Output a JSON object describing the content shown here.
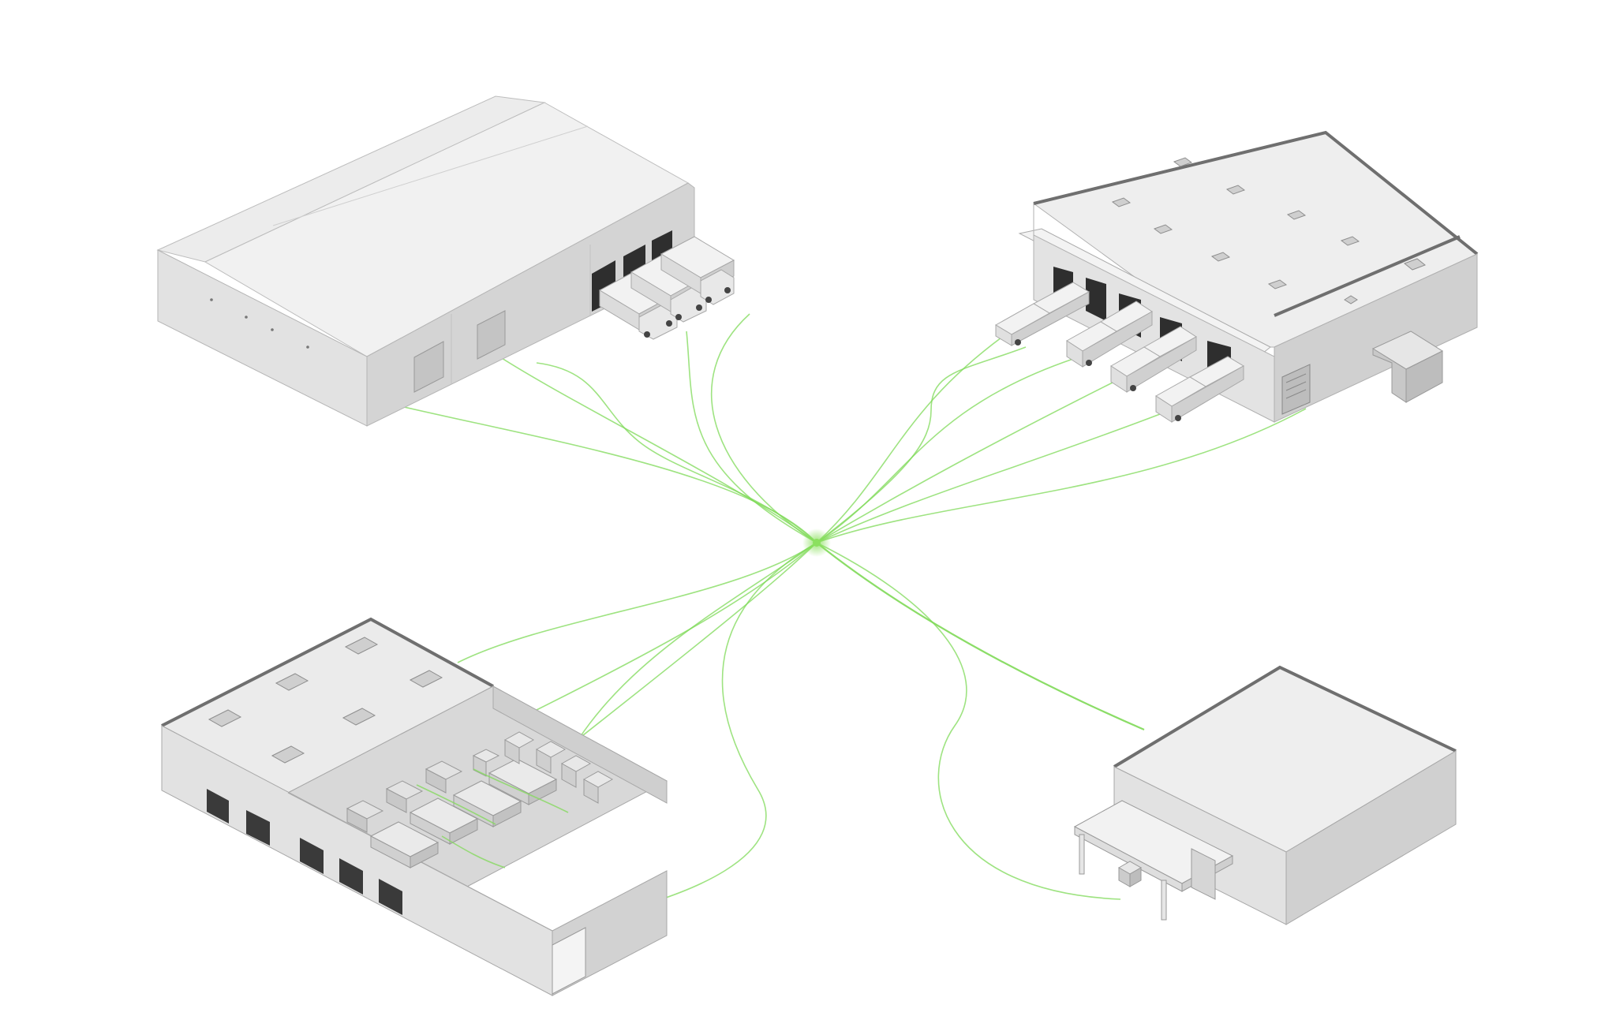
{
  "scene": {
    "background": "#ffffff",
    "line_color": "#7ed957",
    "hub_color": "#8be05e",
    "building_colors": {
      "roof": "#eeeeee",
      "wall_light": "#e4e4e4",
      "wall_dark": "#cfcfcf",
      "edge": "#9a9a9a",
      "parapet": "#6f6f6f",
      "door": "#2e2e2e"
    }
  },
  "buildings": [
    {
      "name": "warehouse-top-left",
      "kind": "gable-roof warehouse",
      "trucks": 3
    },
    {
      "name": "distribution-center-top-right",
      "kind": "flat-roof distribution center",
      "trucks": 4
    },
    {
      "name": "facility-bottom-left",
      "kind": "cutaway warehouse with storage racks",
      "trucks": 0
    },
    {
      "name": "building-bottom-right",
      "kind": "flat-roof building with canopy",
      "trucks": 0
    }
  ]
}
